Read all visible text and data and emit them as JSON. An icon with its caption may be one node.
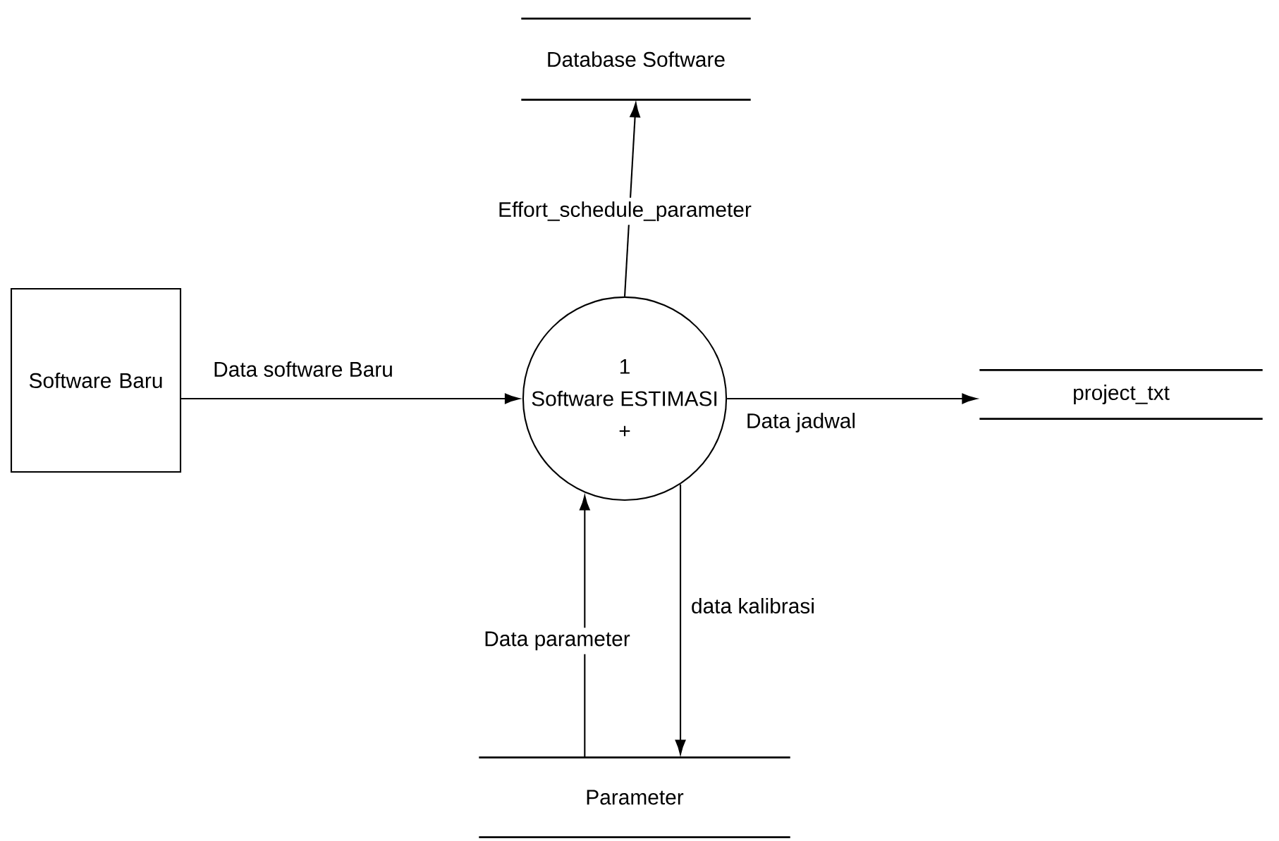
{
  "diagram": {
    "nodes": [
      {
        "text": [
          "Database Software"
        ]
      },
      {
        "text": [
          "Software Baru"
        ]
      },
      {
        "text": [
          "1",
          "Software ESTIMASI",
          "+"
        ]
      },
      {
        "text": [
          "project_txt"
        ]
      },
      {
        "text": [
          "Parameter"
        ]
      }
    ],
    "edges": [
      {
        "from": 2,
        "to": 0,
        "arrow": "to",
        "label": "Effort_schedule_parameter"
      },
      {
        "from": 1,
        "to": 2,
        "arrow": "to",
        "label": "Data software Baru"
      },
      {
        "from": 2,
        "to": 3,
        "arrow": "to",
        "label": "Data jadwal"
      },
      {
        "from": 4,
        "to": 2,
        "arrow": "to",
        "label": "Data parameter"
      },
      {
        "from": 2,
        "to": 4,
        "arrow": "to",
        "label": "data kalibrasi"
      }
    ]
  }
}
